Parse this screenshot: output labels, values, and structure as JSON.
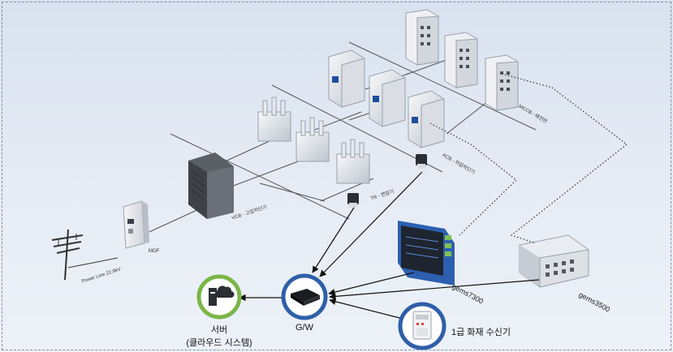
{
  "labels": {
    "power_line": "Power Line 22.9kV",
    "moi": "MOF",
    "vcb": "VCB - 고압차단기",
    "transformer": "TR - 변압기",
    "acb": "ACB - 저압차단기",
    "mccb": "MCCB - 배전반",
    "gems7300": "gems7300",
    "gems3500": "gems3500",
    "server_line1": "서버",
    "server_line2": "(클라우드 시스템)",
    "gateway": "G/W",
    "fire_receiver": "1급 화재 수신기"
  },
  "colors": {
    "background": "#dfe6f1",
    "circle_green": "#7ab648",
    "circle_blue": "#2f5fa8",
    "arrow": "#111111",
    "dotted_link": "#333333"
  }
}
